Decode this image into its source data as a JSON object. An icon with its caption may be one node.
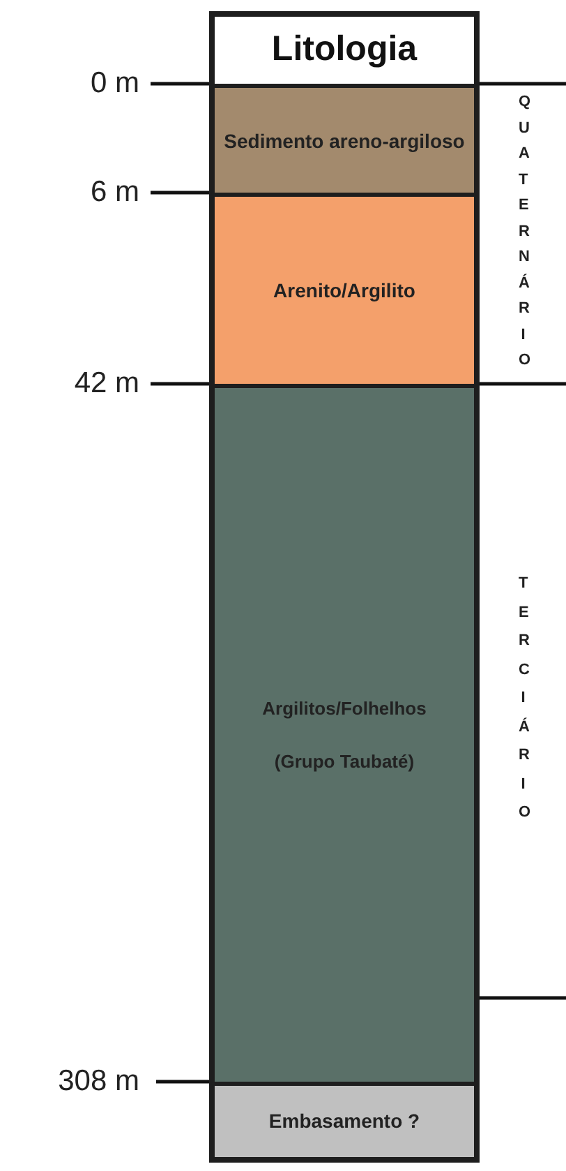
{
  "diagram": {
    "nodes": [
      {
        "text": [
          "Litologia"
        ]
      },
      {
        "text": [
          "Sedimento areno-argiloso"
        ],
        "beside": [
          "0 m"
        ]
      },
      {
        "text": [
          "Arenito/Argilito"
        ],
        "beside": [
          "6 m"
        ]
      },
      {
        "text": [
          "Argilitos/Folhelhos",
          "(Grupo Taubaté)"
        ],
        "beside": [
          "42 m"
        ]
      },
      {
        "text": [
          "Embasamento ?"
        ],
        "beside": [
          "308 m"
        ]
      }
    ],
    "labels": [
      "QUATERNÁRIO",
      "TERCIÁRIO"
    ]
  }
}
